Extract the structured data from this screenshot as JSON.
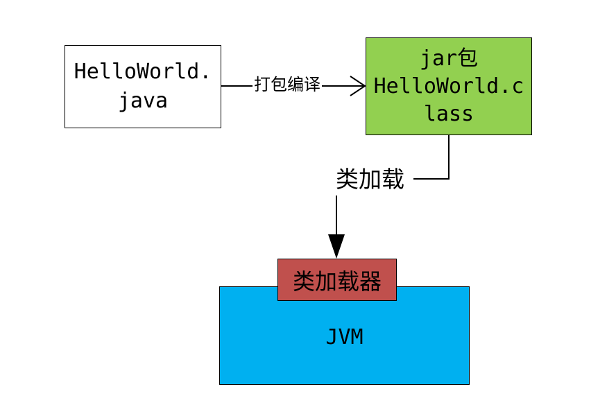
{
  "nodes": {
    "source": {
      "line1": "HelloWorld.",
      "line2": "java",
      "fill": "#ffffff"
    },
    "jar": {
      "line1": "jar包",
      "line2": "HelloWorld.c",
      "line3": "lass",
      "fill": "#92d050"
    },
    "jvm": {
      "label": "JVM",
      "fill": "#00b0f0"
    },
    "class_loader": {
      "label": "类加载器",
      "fill": "#c0504d"
    }
  },
  "edges": {
    "compile": {
      "label": "打包编译"
    },
    "load": {
      "label": "类加载"
    }
  }
}
